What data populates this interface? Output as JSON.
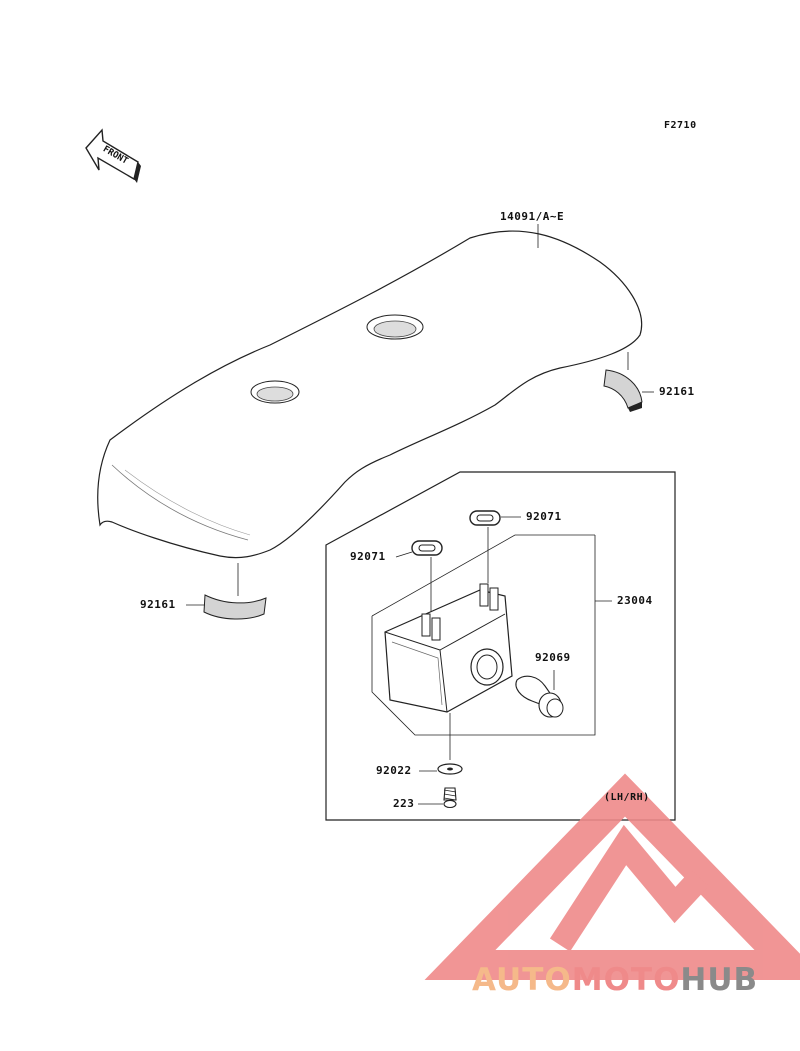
{
  "figure_code": "F2710",
  "front_arrow_text": "FRONT",
  "side_note": "(LH/RH)",
  "parts": {
    "cover": "14091/A~E",
    "rubber_right": "92161",
    "rubber_left": "92161",
    "grommet_upper": "92071",
    "grommet_lower": "92071",
    "lamp_assy": "23004",
    "bulb": "92069",
    "washer": "92022",
    "screw": "223"
  },
  "watermark": {
    "part1": "AUTO",
    "part2": "MOTO",
    "part3": "HUB",
    "color_orange": "#f5b98a",
    "color_red": "#ef8a8a",
    "color_gray": "#8a8a8a"
  },
  "colors": {
    "line": "#222222",
    "shade": "#d4d4d4",
    "paper": "#ffffff"
  }
}
